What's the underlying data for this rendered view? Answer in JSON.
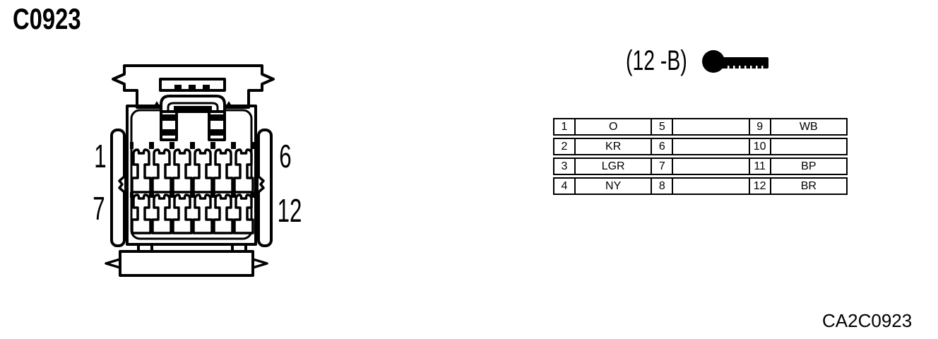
{
  "page": {
    "title": "C0923",
    "footer_code": "CA2C0923",
    "ink_color": "#000000",
    "paper_color": "#ffffff"
  },
  "connector": {
    "label": "(12 -B)",
    "icon": "wire-lead-icon",
    "pins_total": 12,
    "rows": 2,
    "pins_per_row": 6,
    "pin_corner_labels": {
      "top_left": "1",
      "top_right": "6",
      "bottom_left": "7",
      "bottom_right": "12"
    }
  },
  "pin_table": {
    "columns": [
      "pin",
      "wire"
    ],
    "entries": [
      {
        "pin": "1",
        "wire": "O"
      },
      {
        "pin": "2",
        "wire": "KR"
      },
      {
        "pin": "3",
        "wire": "LGR"
      },
      {
        "pin": "4",
        "wire": "NY"
      },
      {
        "pin": "5",
        "wire": ""
      },
      {
        "pin": "6",
        "wire": ""
      },
      {
        "pin": "7",
        "wire": ""
      },
      {
        "pin": "8",
        "wire": ""
      },
      {
        "pin": "9",
        "wire": "WB"
      },
      {
        "pin": "10",
        "wire": ""
      },
      {
        "pin": "11",
        "wire": "BP"
      },
      {
        "pin": "12",
        "wire": "BR"
      }
    ]
  }
}
